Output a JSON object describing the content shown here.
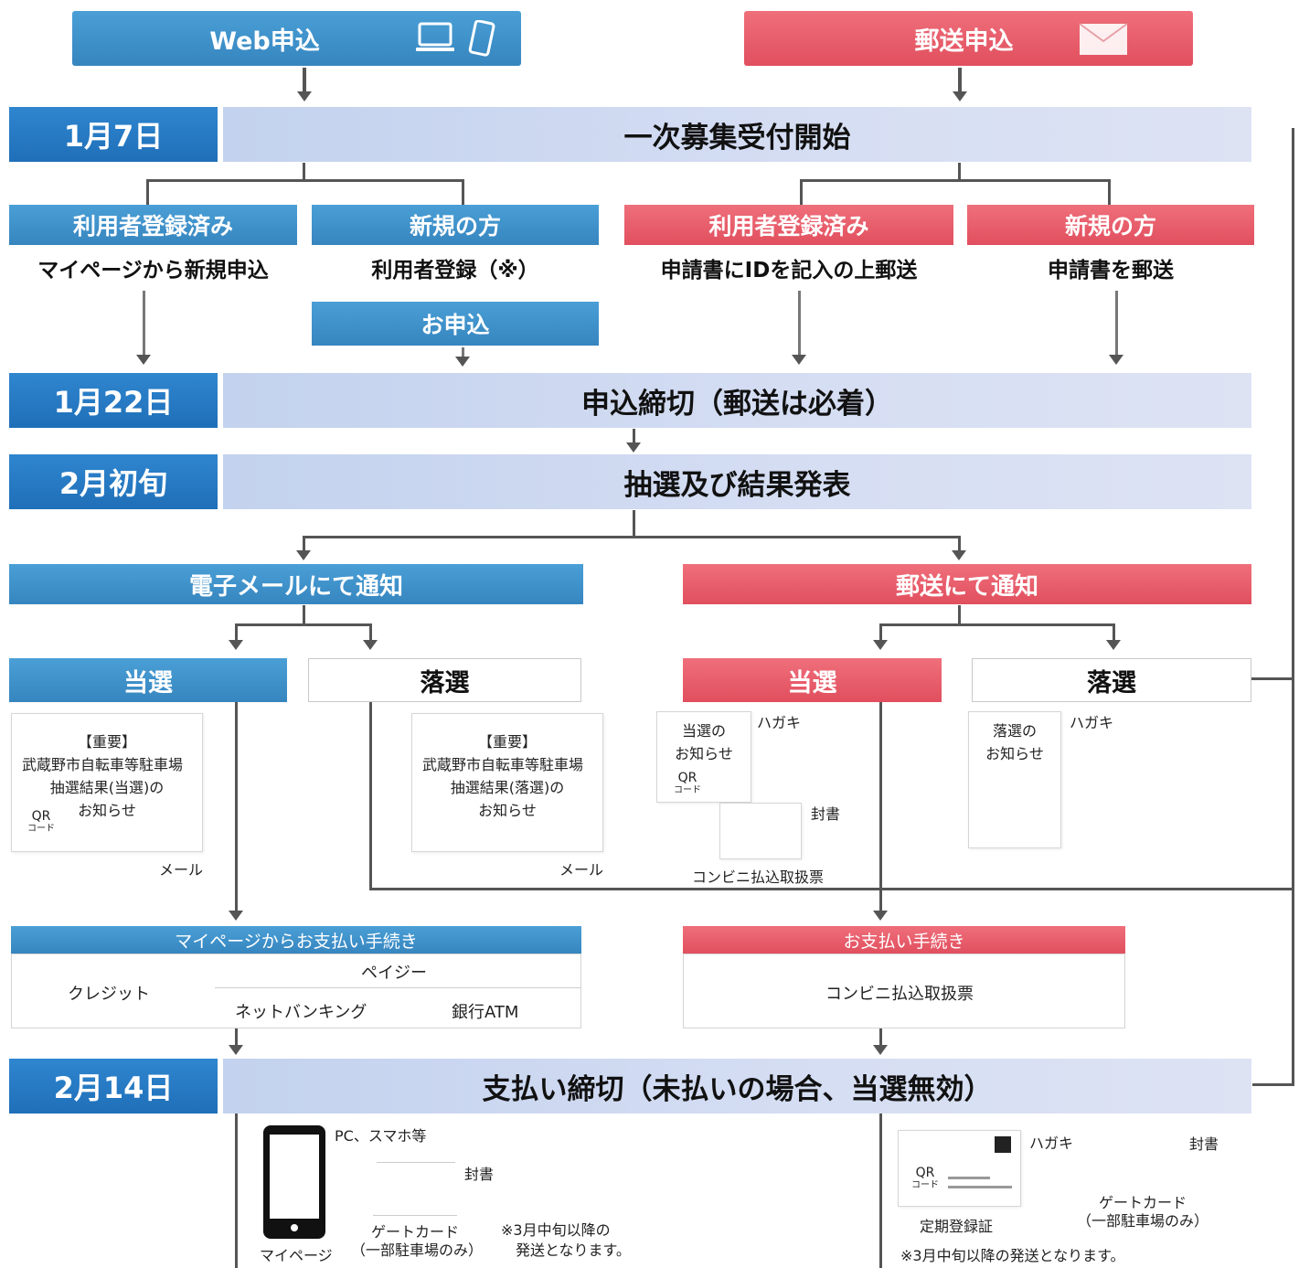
{
  "top": {
    "web_label": "Web申込",
    "mail_label": "郵送申込"
  },
  "dates": {
    "d1": "1月7日",
    "d2": "1月22日",
    "d3": "2月初旬",
    "d4": "2月14日"
  },
  "bands": {
    "b1": "一次募集受付開始",
    "b2": "申込締切（郵送は必着）",
    "b3": "抽選及び結果発表",
    "b4": "支払い締切（未払いの場合、当選無効）"
  },
  "web": {
    "registered": "利用者登録済み",
    "registered_sub": "マイページから新規申込",
    "new": "新規の方",
    "new_sub": "利用者登録（※）",
    "apply": "お申込"
  },
  "mail": {
    "registered": "利用者登録済み",
    "registered_sub": "申請書にIDを記入の上郵送",
    "new": "新規の方",
    "new_sub": "申請書を郵送"
  },
  "notify": {
    "email": "電子メールにて通知",
    "post": "郵送にて通知",
    "win": "当選",
    "lose": "落選",
    "win_post": "当選",
    "lose_post": "落選"
  },
  "email_docs": {
    "win_l1": "【重要】",
    "win_l2": "武蔵野市自転車等駐車場",
    "win_l3": "抽選結果(当選)の",
    "win_l4": "お知らせ",
    "lose_l1": "【重要】",
    "lose_l2": "武蔵野市自転車等駐車場",
    "lose_l3": "抽選結果(落選)の",
    "lose_l4": "お知らせ",
    "mail_label": "メール",
    "qr": "QR",
    "qr_sub": "コード"
  },
  "post_docs": {
    "win_title1": "当選の",
    "win_title2": "お知らせ",
    "postcard": "ハガキ",
    "envelope": "封書",
    "convenience": "コンビニ払込取扱票",
    "lose_title1": "落選の",
    "lose_title2": "お知らせ",
    "postcard2": "ハガキ"
  },
  "payment": {
    "web_title": "マイページからお支払い手続き",
    "payeasy": "ペイジー",
    "credit": "クレジット",
    "netbanking": "ネットバンキング",
    "atm": "銀行ATM",
    "post_title": "お支払い手続き",
    "post_item": "コンビニ払込取扱票"
  },
  "bottom": {
    "pc": "PC、スマホ等",
    "envelope": "封書",
    "gate_card": "ゲートカード",
    "gate_note": "（一部駐車場のみ）",
    "mypage": "マイページ",
    "note1": "※3月中旬以降の",
    "note2": "発送となります。",
    "postcard": "ハガキ",
    "envelope2": "封書",
    "gate_card2": "ゲートカード",
    "gate_note2": "（一部駐車場のみ）",
    "pass": "定期登録証",
    "note_post": "※3月中旬以降の発送となります。"
  },
  "colors": {
    "web_blue": "#3b8ec6",
    "date_blue": "#1f6fb8",
    "post_red": "#e14f5e",
    "band": "#d0dbf1"
  }
}
